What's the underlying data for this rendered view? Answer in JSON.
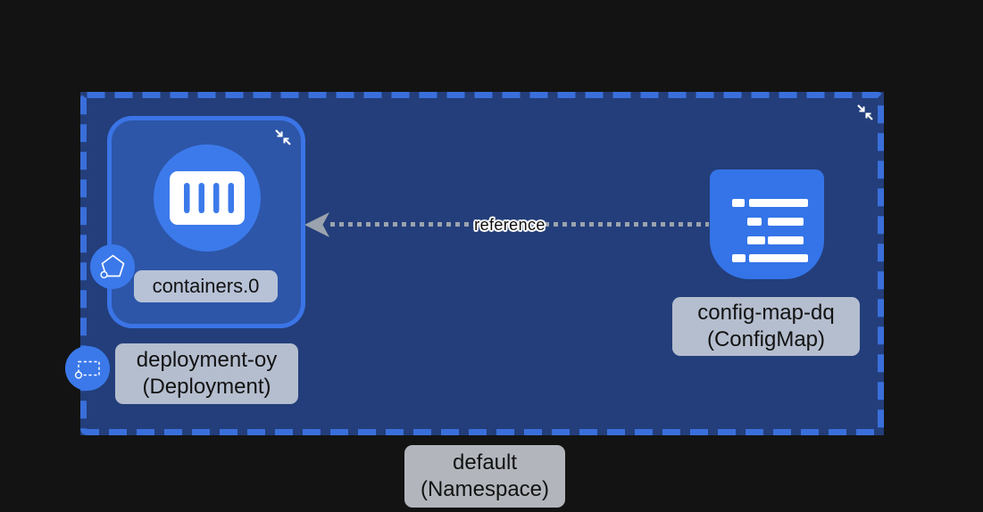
{
  "nodes": {
    "namespace": {
      "name": "default",
      "kind": "Namespace",
      "label_line1": "default",
      "label_line2": "(Namespace)"
    },
    "deployment": {
      "name": "deployment-oy",
      "kind": "Deployment",
      "label_line1": "deployment-oy",
      "label_line2": "(Deployment)"
    },
    "container": {
      "label": "containers.0"
    },
    "configmap": {
      "name": "config-map-dq",
      "kind": "ConfigMap",
      "label_line1": "config-map-dq",
      "label_line2": "(ConfigMap)"
    }
  },
  "edge": {
    "label": "reference",
    "style": "dotted-arrow",
    "direction": "configmap-to-container"
  },
  "icons": {
    "collapse": "diagonal-inward-arrows",
    "container": "container-slots-glyph",
    "configmap": "key-value-list-glyph",
    "container_badge": "pentagon-outline",
    "deployment_badge": "dashed-rectangle"
  },
  "colors": {
    "background": "#131313",
    "namespace_fill": "#233E7A",
    "namespace_border": "#3A6FDB",
    "node_fill": "#2D56A8",
    "node_border": "#3B74E6",
    "accent_blue": "#3C7AEB",
    "configmap_blue": "#3474E8",
    "label_bg": "rgba(214,219,226,0.82)",
    "label_text": "#121212",
    "edge_gray": "#9BA3AE"
  }
}
